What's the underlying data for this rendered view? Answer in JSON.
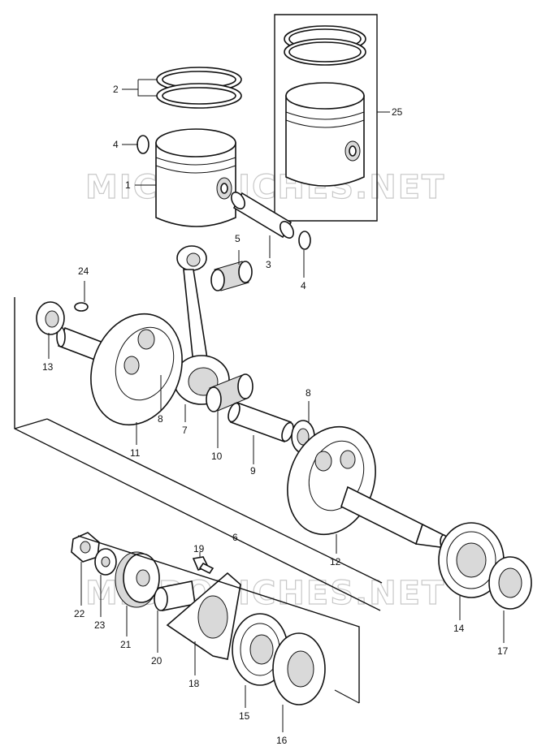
{
  "watermark": "MICROFICHES.NET",
  "callouts": [
    {
      "id": "c1",
      "text": "1"
    },
    {
      "id": "c2",
      "text": "2"
    },
    {
      "id": "c3",
      "text": "3"
    },
    {
      "id": "c4a",
      "text": "4"
    },
    {
      "id": "c4b",
      "text": "4"
    },
    {
      "id": "c5",
      "text": "5"
    },
    {
      "id": "c6",
      "text": "6"
    },
    {
      "id": "c7",
      "text": "7"
    },
    {
      "id": "c8a",
      "text": "8"
    },
    {
      "id": "c8b",
      "text": "8"
    },
    {
      "id": "c9",
      "text": "9"
    },
    {
      "id": "c10",
      "text": "10"
    },
    {
      "id": "c11",
      "text": "11"
    },
    {
      "id": "c12",
      "text": "12"
    },
    {
      "id": "c13",
      "text": "13"
    },
    {
      "id": "c14",
      "text": "14"
    },
    {
      "id": "c15",
      "text": "15"
    },
    {
      "id": "c16",
      "text": "16"
    },
    {
      "id": "c17",
      "text": "17"
    },
    {
      "id": "c18",
      "text": "18"
    },
    {
      "id": "c19",
      "text": "19"
    },
    {
      "id": "c20",
      "text": "20"
    },
    {
      "id": "c21",
      "text": "21"
    },
    {
      "id": "c22",
      "text": "22"
    },
    {
      "id": "c23",
      "text": "23"
    },
    {
      "id": "c24",
      "text": "24"
    },
    {
      "id": "c25",
      "text": "25"
    }
  ]
}
